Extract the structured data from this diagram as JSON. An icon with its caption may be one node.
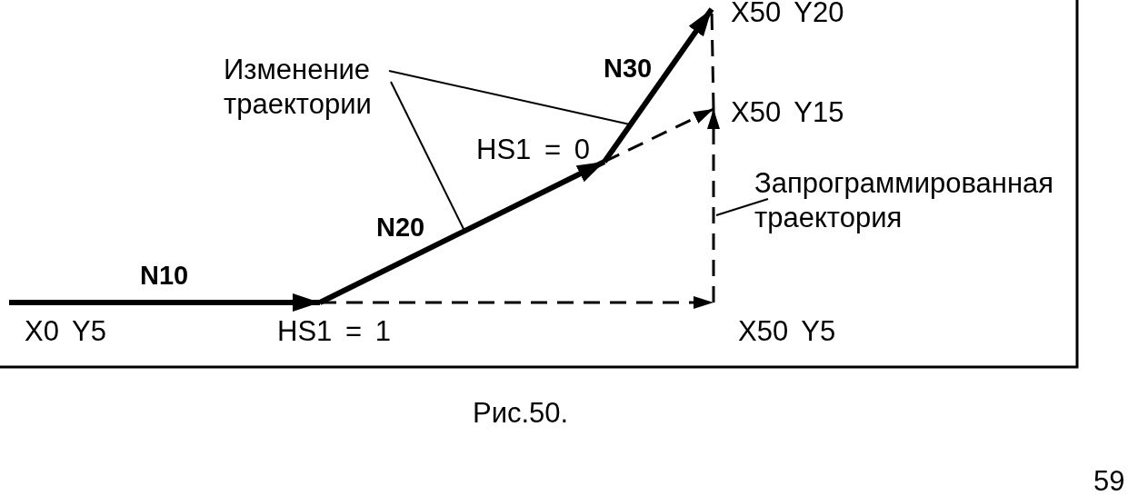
{
  "diagram": {
    "caption": "Рис.50.",
    "nodes": [
      {
        "text": [
          "X0 Y5"
        ]
      },
      {
        "text": [
          "HS1 = 1"
        ]
      },
      {
        "text": [
          "HS1 = 0"
        ]
      },
      {
        "text": [
          "X50 Y20"
        ]
      },
      {
        "text": [
          "X50 Y15"
        ]
      },
      {
        "text": [
          "X50 Y5"
        ]
      },
      {
        "text": [
          "Изменение траектории"
        ]
      },
      {
        "text": [
          "Запрограммированная траектория"
        ]
      }
    ],
    "edges": [
      {
        "from": 0,
        "to": 1,
        "arrow": "to",
        "label": "N10",
        "style": "thick"
      },
      {
        "from": 1,
        "to": 2,
        "arrow": "to",
        "label": "N20",
        "style": "thick"
      },
      {
        "from": 2,
        "to": 3,
        "arrow": "to",
        "label": "N30",
        "style": "thick"
      },
      {
        "from": 1,
        "to": 5,
        "arrow": "to",
        "style": "dashed"
      },
      {
        "from": 5,
        "to": 4,
        "arrow": "to",
        "style": "dashed"
      },
      {
        "from": 4,
        "to": 3,
        "arrow": "none",
        "style": "dashed"
      },
      {
        "from": 2,
        "to": 4,
        "arrow": "to",
        "style": "dashed"
      },
      {
        "from": 6,
        "to": null,
        "arrow": "none"
      },
      {
        "from": 6,
        "to": null,
        "arrow": "none"
      },
      {
        "from": 7,
        "to": null,
        "arrow": "none"
      }
    ],
    "labels": [
      "59"
    ]
  }
}
